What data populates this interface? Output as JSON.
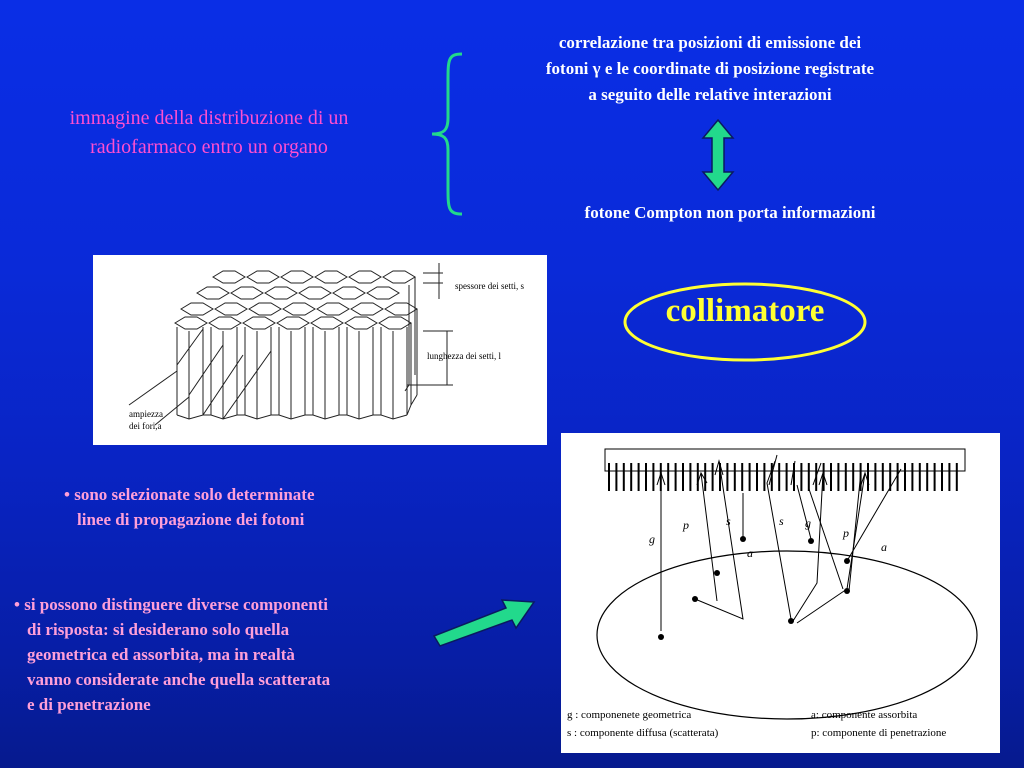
{
  "subject_lines": [
    "immagine della distribuzione di un",
    "radiofarmaco entro un organo"
  ],
  "correlation_lines": [
    "correlazione tra posizioni di emissione dei",
    "fotoni γ e le coordinate di posizione registrate",
    "a seguito delle relative interazioni"
  ],
  "compton_text": "fotone Compton non porta informazioni",
  "collimator_label": "collimatore",
  "hex_figure": {
    "septa_thickness_label": "spessore dei setti, s",
    "septa_length_label": "lunghezza dei setti, l",
    "hole_width_label_1": "ampiezza",
    "hole_width_label_2": "dei fori,a"
  },
  "bullet1_lines": [
    "• sono selezionate solo determinate",
    "linee di propagazione dei fotoni"
  ],
  "bullet2_lines": [
    "• si possono distinguere diverse componenti",
    "di risposta: si desiderano solo quella",
    "geometrica ed assorbita, ma in realtà",
    "vanno considerate anche quella scatterata",
    "e di penetrazione"
  ],
  "schematic": {
    "labels": {
      "g1": "g",
      "p1": "p",
      "s1": "s",
      "a1": "a",
      "s2": "s",
      "g2": "g",
      "p2": "p",
      "a2": "a"
    },
    "legend": {
      "g": "g : componenete geometrica",
      "s": "s : componente diffusa (scatterata)",
      "a": "a: componente assorbita",
      "p": "p: componente di penetrazione"
    }
  },
  "colors": {
    "subject": "#ff4fd0",
    "bullets": "#ff9fd8",
    "collimator": "#ffff33",
    "arrow": "#22d98c"
  }
}
